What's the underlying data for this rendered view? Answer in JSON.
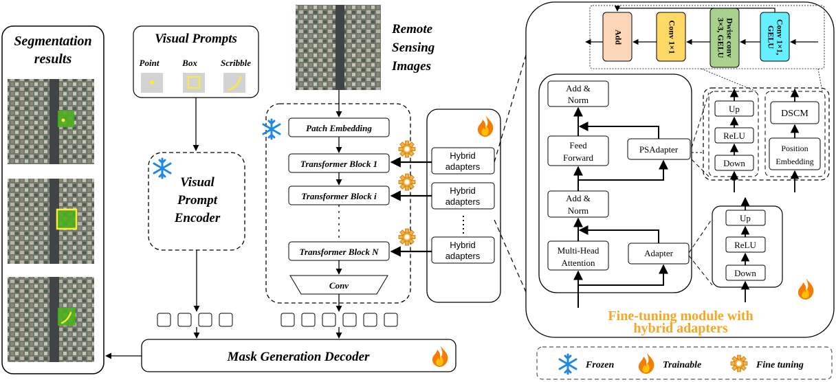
{
  "segmentation": {
    "title_line1": "Segmentation",
    "title_line2": "results"
  },
  "visual_prompts": {
    "title": "Visual Prompts",
    "point": "Point",
    "box": "Box",
    "scribble": "Scribble"
  },
  "prompt_encoder": {
    "line1": "Visual",
    "line2": "Prompt",
    "line3": "Encoder"
  },
  "remote_sensing": {
    "line1": "Remote",
    "line2": "Sensing",
    "line3": "Images"
  },
  "encoder": {
    "patch_embedding": "Patch Embedding",
    "block_1": "Transformer Block 1",
    "block_i": "Transformer Block i",
    "block_n": "Transformer Block N",
    "conv": "Conv"
  },
  "hybrid_adapters": {
    "line1": "Hybrid",
    "line2": "adapters"
  },
  "decoder": {
    "label": "Mask Generation Decoder"
  },
  "finetune": {
    "title_line1": "Fine-tuning module with",
    "title_line2": "hybrid adapters",
    "title_color": "#f5a623",
    "add_norm_line1": "Add &",
    "add_norm_line2": "Norm",
    "feed_forward_line1": "Feed",
    "feed_forward_line2": "Forward",
    "psadapter": "PSAdapter",
    "mha_line1": "Multi-Head",
    "mha_line2": "Attention",
    "adapter": "Adapter",
    "up": "Up",
    "relu": "ReLU",
    "down": "Down",
    "dscm": "DSCM",
    "pos_emb_line1": "Position",
    "pos_emb_line2": "Embedding"
  },
  "dscm_detail": {
    "add": "Add",
    "conv1x1": "Conv 1×1",
    "dwise_line1": "Dwise conv",
    "dwise_line2": "3×3, GELU",
    "conv_gelu_line1": "Conv 1×1,",
    "conv_gelu_line2": "GELU",
    "add_color": "#fbd6b8",
    "conv_color": "#ffd966",
    "dwise_color": "#a9d18e",
    "conv_gelu_color": "#66f0ff"
  },
  "legend": {
    "frozen": "Frozen",
    "trainable": "Trainable",
    "fine_tuning": "Fine tuning"
  },
  "icons": {
    "frozen": "snowflake-icon",
    "trainable": "flame-icon",
    "fine_tuning": "gear-icon"
  },
  "colors": {
    "snowflake": "#1e88e5",
    "flame": "#f57c00",
    "gear": "#f5b041"
  }
}
